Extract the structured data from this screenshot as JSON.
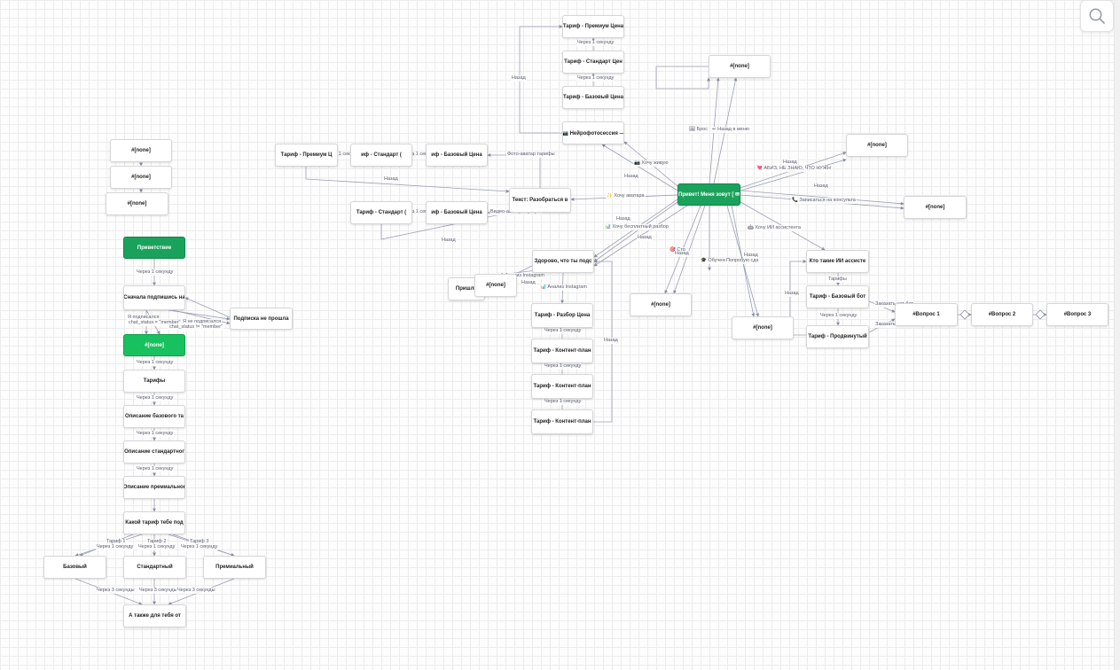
{
  "search": {
    "icon": "search-icon"
  },
  "nodes": [
    {
      "id": "n_prem_price",
      "label": "Тариф - Премиум Цена"
    },
    {
      "id": "n_std_price",
      "label": "Тариф - Стандарт Цен"
    },
    {
      "id": "n_base_price",
      "label": "Тариф - Базовый Цена"
    },
    {
      "id": "n_photo",
      "label": "📷 Нейрофотосессия —"
    },
    {
      "id": "n_none_top",
      "label": "#[none]"
    },
    {
      "id": "n_main",
      "label": "Привет! Меня зовут [ ✉"
    },
    {
      "id": "n_none_r1",
      "label": "#[none]"
    },
    {
      "id": "n_none_r2",
      "label": "#[none]"
    },
    {
      "id": "n_row1_prem",
      "label": "Тариф - Премиум Ц"
    },
    {
      "id": "n_row1_std",
      "label": "иф - Стандарт ("
    },
    {
      "id": "n_row1_base",
      "label": "иф - Базовый Цена"
    },
    {
      "id": "n_text",
      "label": "Текст: Разобраться в"
    },
    {
      "id": "n_row2_std",
      "label": "Тариф - Стандарт ("
    },
    {
      "id": "n_row2_base",
      "label": "иф - Базовый Цена"
    },
    {
      "id": "n_hello",
      "label": "Здорово, что ты подс"
    },
    {
      "id": "n_pri",
      "label": "Пришли"
    },
    {
      "id": "n_none_ig",
      "label": "#[none]"
    },
    {
      "id": "n_razbor",
      "label": "Тариф - Разбор Цена"
    },
    {
      "id": "n_cp1",
      "label": "Тариф - Контент-план"
    },
    {
      "id": "n_cp2",
      "label": "Тариф - Контент-план"
    },
    {
      "id": "n_cp3",
      "label": "Тариф - Контент-план"
    },
    {
      "id": "n_none_mid",
      "label": "#[none]"
    },
    {
      "id": "n_none_bot",
      "label": "#[none]"
    },
    {
      "id": "n_who",
      "label": "Кто такие ИИ ассисте"
    },
    {
      "id": "n_base_bot",
      "label": "Тариф - Базовый бот"
    },
    {
      "id": "n_adv",
      "label": "Тариф - Продвинутый"
    },
    {
      "id": "n_q1",
      "label": "#Вопрос 1"
    },
    {
      "id": "n_q2",
      "label": "#Вопрос 2"
    },
    {
      "id": "n_q3",
      "label": "#Вопрос 3"
    },
    {
      "id": "n_left1",
      "label": "#[none]"
    },
    {
      "id": "n_left2",
      "label": "#[none]"
    },
    {
      "id": "n_left3",
      "label": "#[none]"
    },
    {
      "id": "n_greet",
      "label": "Приветствие"
    },
    {
      "id": "n_sub",
      "label": "Сначала подпишись на"
    },
    {
      "id": "n_subfail",
      "label": "Подписка не прошла"
    },
    {
      "id": "n_none_lg",
      "label": "#[none]"
    },
    {
      "id": "n_tariffs",
      "label": "Тарифы"
    },
    {
      "id": "n_desc_base",
      "label": "Описание базового та"
    },
    {
      "id": "n_desc_std",
      "label": "Описание стандартног"
    },
    {
      "id": "n_desc_prem",
      "label": "Описание премиальног"
    },
    {
      "id": "n_which",
      "label": "Какой тариф тебе под"
    },
    {
      "id": "n_basic",
      "label": "Базовый"
    },
    {
      "id": "n_standard",
      "label": "Стандартный"
    },
    {
      "id": "n_premium",
      "label": "Премиальный"
    },
    {
      "id": "n_also",
      "label": "А также для тебя от"
    }
  ],
  "edges": [
    {
      "id": "e1",
      "label": "Через 1 секунду"
    },
    {
      "id": "e2",
      "label": "Через 1 секунду"
    },
    {
      "id": "e3",
      "label": "Назад"
    },
    {
      "id": "e4",
      "label": "🖼 Брос"
    },
    {
      "id": "e5",
      "label": "↩ Назад в меню"
    },
    {
      "id": "e6",
      "label": "📷 Хочу живую"
    },
    {
      "id": "e7",
      "label": "Назад"
    },
    {
      "id": "e8",
      "label": "Назад"
    },
    {
      "id": "e9",
      "label": "💘 АБИЗ, НЕ ЗНАЮ, ЧТО НУЖН"
    },
    {
      "id": "e10",
      "label": "Назад"
    },
    {
      "id": "e11",
      "label": "📞 Записаться на консульта"
    },
    {
      "id": "e12",
      "label": "✨ Хочу аватара"
    },
    {
      "id": "e13",
      "label": "Фото-аватар тарифы"
    },
    {
      "id": "e14",
      "label": "Через 1 секунду"
    },
    {
      "id": "e15",
      "label": "Через 1 секунду"
    },
    {
      "id": "e16",
      "label": "Назад"
    },
    {
      "id": "e17",
      "label": "Видео-аватар тарифы"
    },
    {
      "id": "e18",
      "label": "Через 1 секунду"
    },
    {
      "id": "e19",
      "label": "Назад"
    },
    {
      "id": "e20",
      "label": "Назад"
    },
    {
      "id": "e21",
      "label": "📊 Хочу бесплатный разбор"
    },
    {
      "id": "e22",
      "label": "Назад"
    },
    {
      "id": "e23",
      "label": "🤖 Хочу ИИ ассистента"
    },
    {
      "id": "e24",
      "label": "🎯 Стр"
    },
    {
      "id": "e25",
      "label": "Назад"
    },
    {
      "id": "e26",
      "label": "🎓 Обучение"
    },
    {
      "id": "e27",
      "label": "Назад"
    },
    {
      "id": "e28",
      "label": "Попробую сде"
    },
    {
      "id": "e29",
      "label": "📊 Анализ Instagram"
    },
    {
      "id": "e30",
      "label": "Назад"
    },
    {
      "id": "e31",
      "label": "📊 Анализ Instagram"
    },
    {
      "id": "e32",
      "label": "Через 1 секунду"
    },
    {
      "id": "e33",
      "label": "Через 1 секунду"
    },
    {
      "id": "e34",
      "label": "Через 1 секунду"
    },
    {
      "id": "e35",
      "label": "Назад"
    },
    {
      "id": "e36",
      "label": "Тарифы"
    },
    {
      "id": "e37",
      "label": "Через 1 секунду"
    },
    {
      "id": "e38",
      "label": "Назад"
    },
    {
      "id": "e39",
      "label": "Заказать чат-бот"
    },
    {
      "id": "e40",
      "label": "Заказать чат-бот"
    },
    {
      "id": "e41",
      "label": "Через 1 секунду"
    },
    {
      "id": "e42",
      "label": "Я подписался"
    },
    {
      "id": "e43",
      "label": "chat_status = \"member\""
    },
    {
      "id": "e44",
      "label": "Я не подписался"
    },
    {
      "id": "e45",
      "label": "chat_status != \"member\""
    },
    {
      "id": "e46",
      "label": "Через 1 секунду"
    },
    {
      "id": "e47",
      "label": "Через 1 секунду"
    },
    {
      "id": "e48",
      "label": "Через 1 секунду"
    },
    {
      "id": "e49",
      "label": "Через 1 секунду"
    },
    {
      "id": "e50",
      "label": "Через 1 секунду"
    },
    {
      "id": "e51",
      "label": "Тариф 1"
    },
    {
      "id": "e52",
      "label": "Через 1 секунду"
    },
    {
      "id": "e53",
      "label": "Тариф 2"
    },
    {
      "id": "e54",
      "label": "Через 1 секунду"
    },
    {
      "id": "e55",
      "label": "Тариф 3"
    },
    {
      "id": "e56",
      "label": "Через 1 секунду"
    },
    {
      "id": "e57",
      "label": "Через 3 секунды"
    },
    {
      "id": "e58",
      "label": "Через 3 секунды"
    },
    {
      "id": "e59",
      "label": "Через 3 секунды"
    }
  ]
}
